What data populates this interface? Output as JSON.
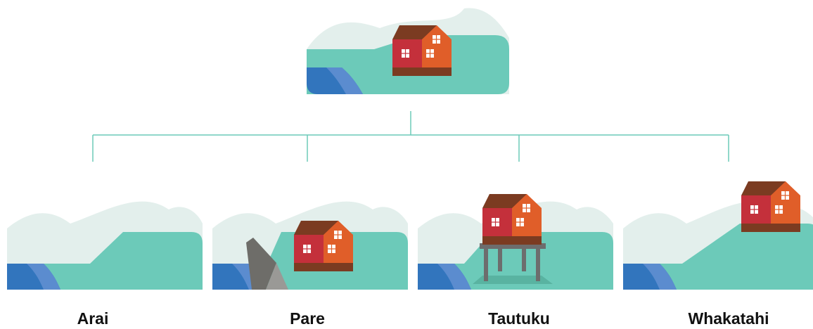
{
  "colors": {
    "hill": "#e3efec",
    "land": "#6ccab9",
    "water": "#3275bd",
    "water_light": "#5b8ccf",
    "roof": "#7b3b21",
    "wall_left": "#c4303b",
    "wall_right": "#e05e29",
    "foundation": "#7b3b21",
    "window": "#ffffff",
    "connector": "#6ccab9",
    "wall_concrete_dark": "#6e6d69",
    "wall_concrete_light": "#9a9996",
    "stilts": "#6d6d6d",
    "shadow": "#59b3a1"
  },
  "options": [
    {
      "id": "arai",
      "label": "Arai",
      "icon": "coast-retreat-icon"
    },
    {
      "id": "pare",
      "label": "Pare",
      "icon": "seawall-defend-icon"
    },
    {
      "id": "tautuku",
      "label": "Tautuku",
      "icon": "stilt-house-accommodate-icon"
    },
    {
      "id": "whakatahi",
      "label": "Whakatahi",
      "icon": "raised-land-house-icon"
    }
  ]
}
